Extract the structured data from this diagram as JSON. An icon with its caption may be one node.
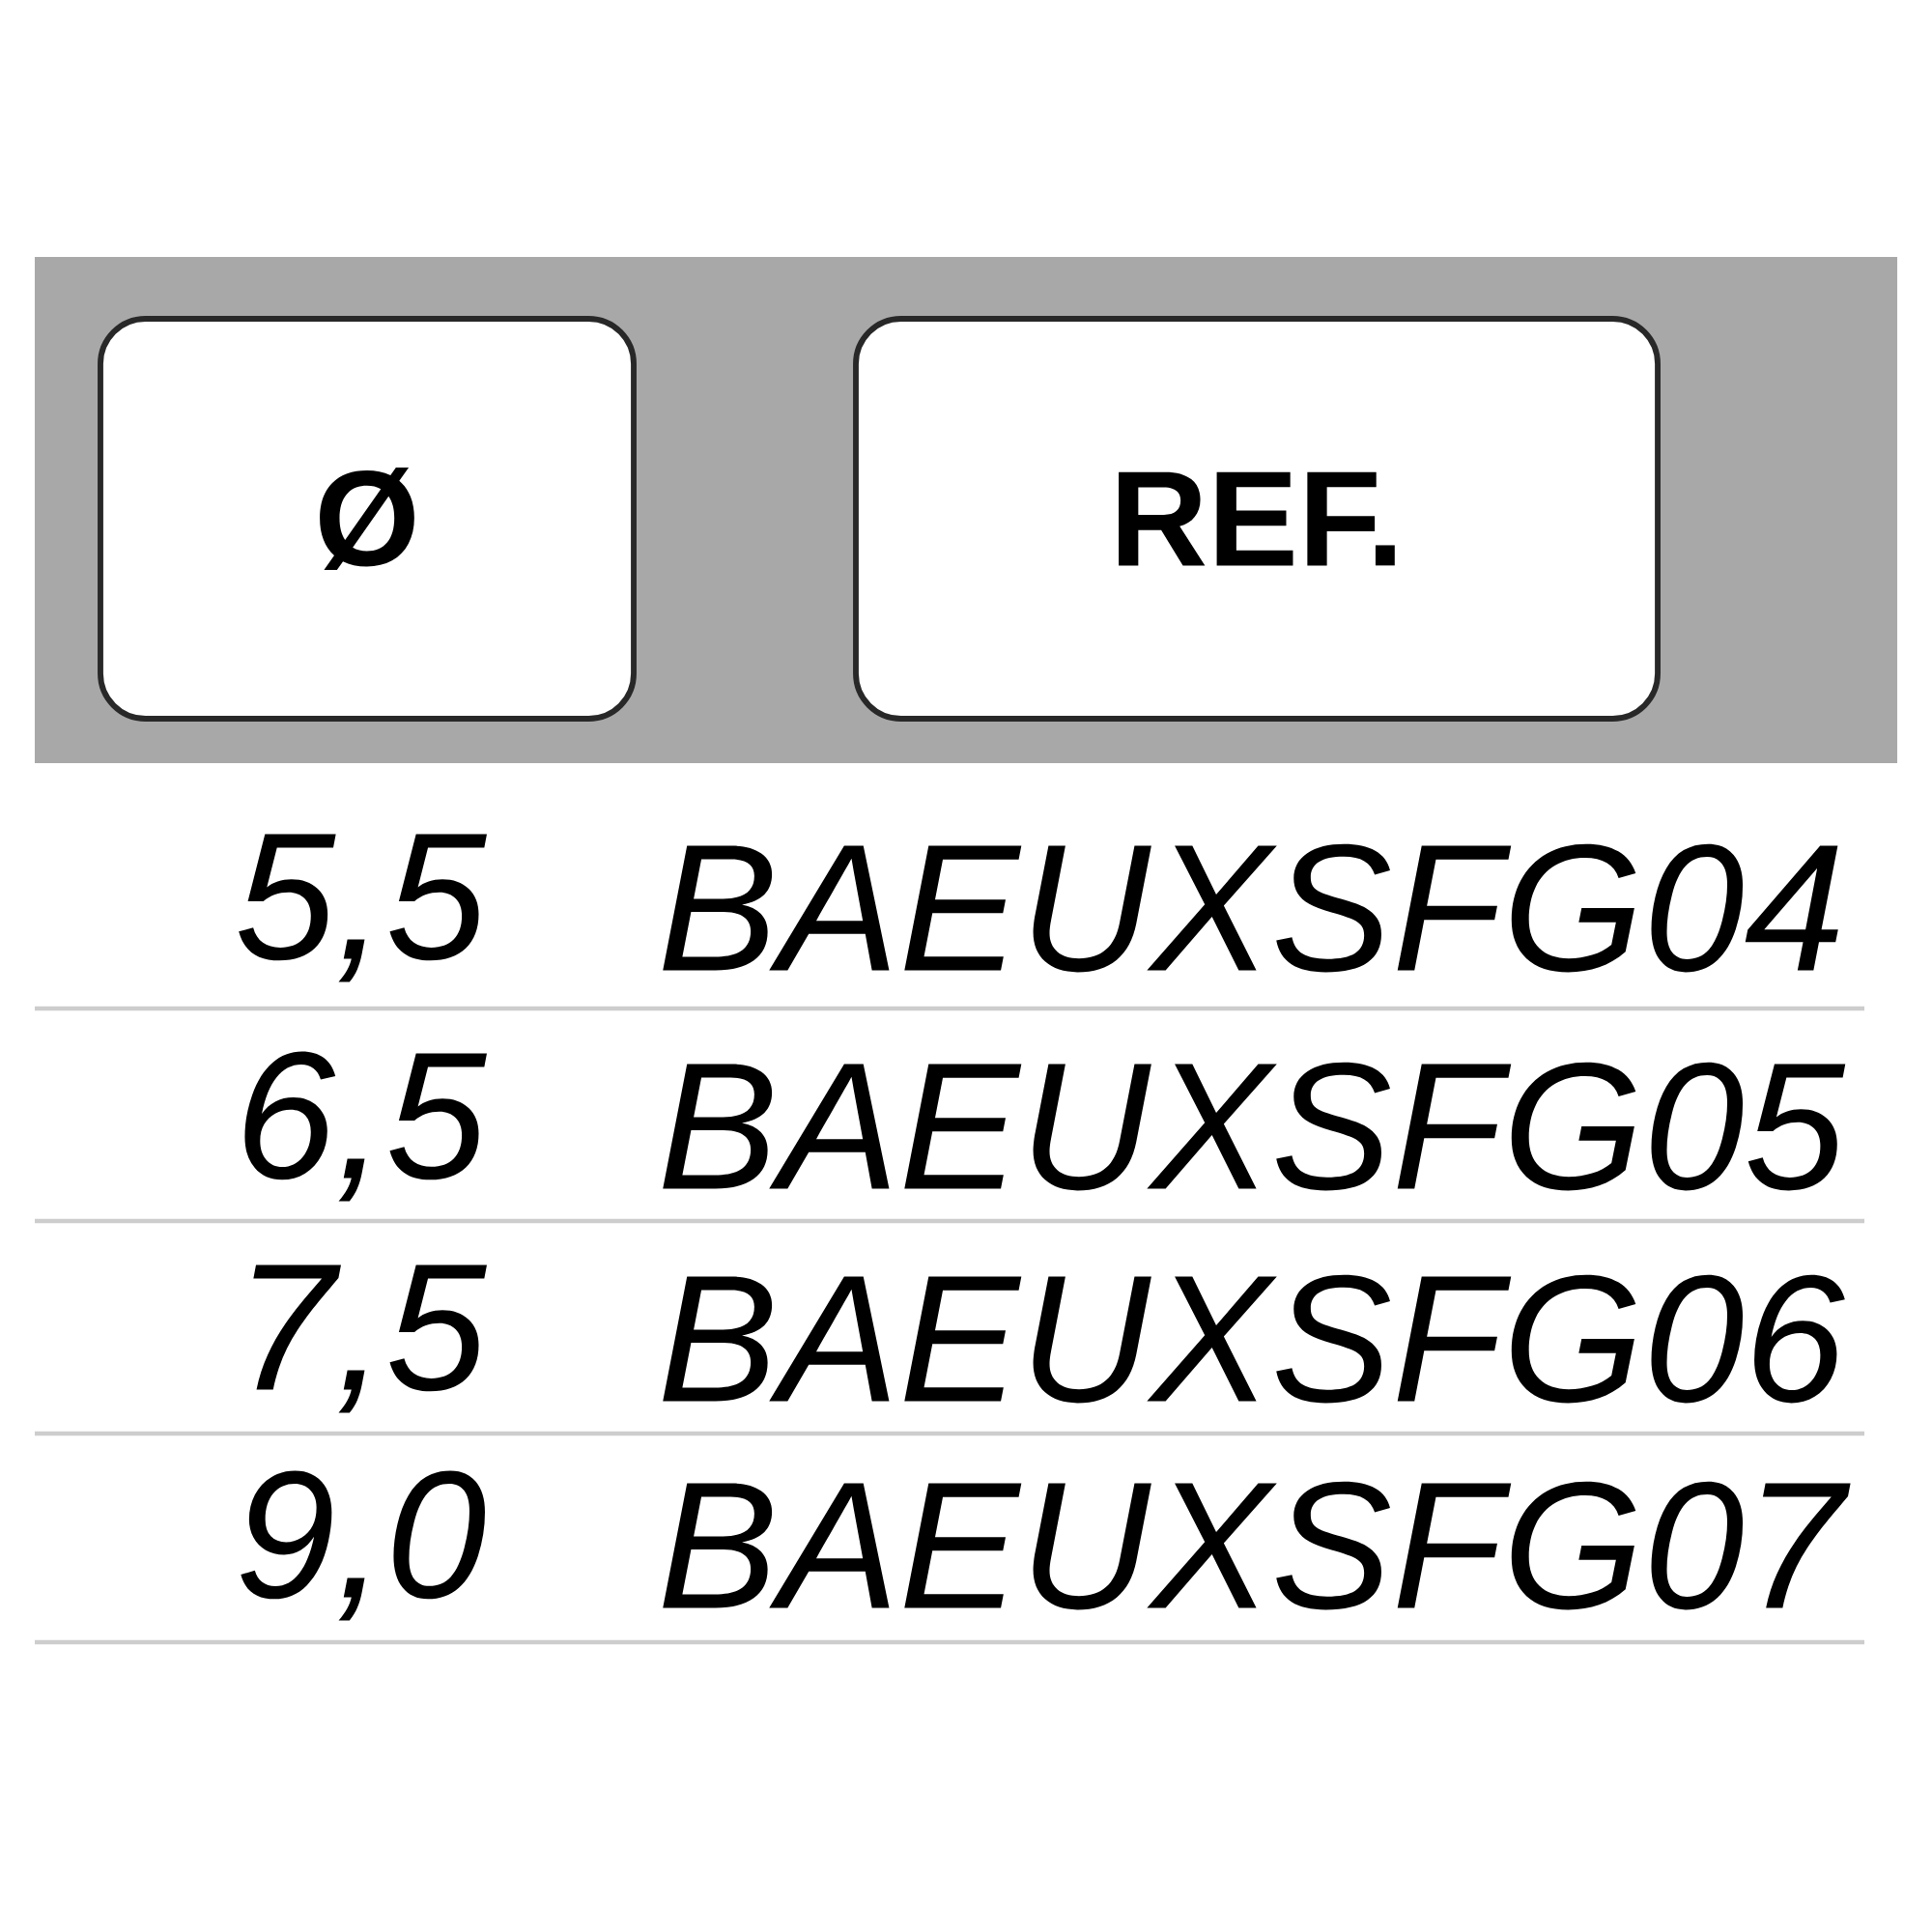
{
  "diagram": {
    "nodes": [
      {
        "text": [
          "Ø"
        ]
      },
      {
        "text": [
          "REF."
        ]
      }
    ],
    "labels": [
      "5,5",
      "BAEUXSFG04",
      "6,5",
      "BAEUXSFG05",
      "7,5",
      "BAEUXSFG06",
      "9,0",
      "BAEUXSFG07"
    ]
  }
}
